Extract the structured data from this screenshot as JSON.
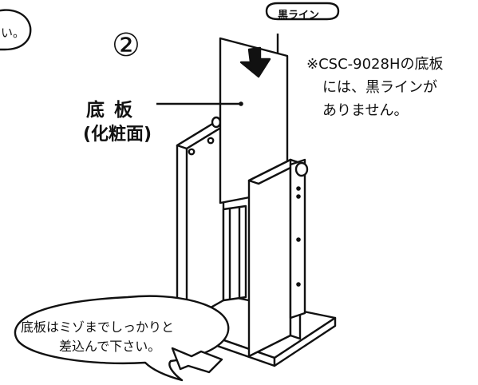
{
  "step": {
    "number": "②"
  },
  "panel_label": {
    "main": "底 板",
    "sub": "(化粧面)"
  },
  "black_line_tag": "黒ライン",
  "note": {
    "line1": "※CSC-9028Hの底板",
    "line2": "には、黒ラインが",
    "line3": "ありません。"
  },
  "bubble": {
    "line1": "底板はミゾまでしっかりと",
    "line2": "差込んで下さい。"
  },
  "corner_text": "い。"
}
